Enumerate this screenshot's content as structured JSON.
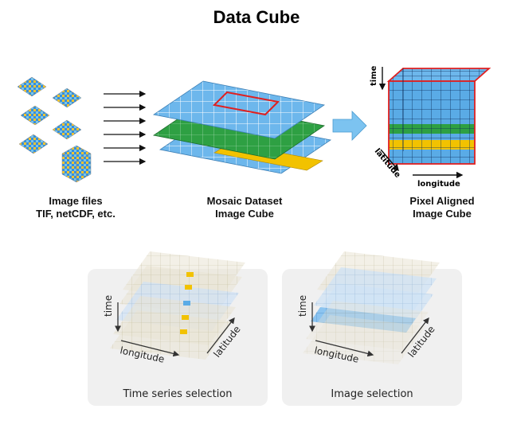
{
  "title": "Data Cube",
  "top_row": {
    "image_files": {
      "line1": "Image files",
      "line2": "TIF, netCDF, etc."
    },
    "mosaic": {
      "line1": "Mosaic Dataset",
      "line2": "Image Cube"
    },
    "pixel_cube": {
      "line1": "Pixel Aligned",
      "line2": "Image Cube"
    },
    "axis_labels": {
      "time": "time",
      "latitude": "latitude",
      "longitude": "longitude"
    }
  },
  "bottom_row": {
    "left_panel": {
      "caption": "Time series selection",
      "time": "time",
      "longitude": "longitude",
      "latitude": "latitude"
    },
    "right_panel": {
      "caption": "Image selection",
      "time": "time",
      "longitude": "longitude",
      "latitude": "latitude"
    }
  },
  "colors": {
    "layer_blue": "#5aabe6",
    "layer_green": "#2ea043",
    "layer_yellow": "#f0c000",
    "highlight_red": "#e02020",
    "arrow_light_blue": "#7cc3f0",
    "panel_bg": "#f0f0f0"
  }
}
